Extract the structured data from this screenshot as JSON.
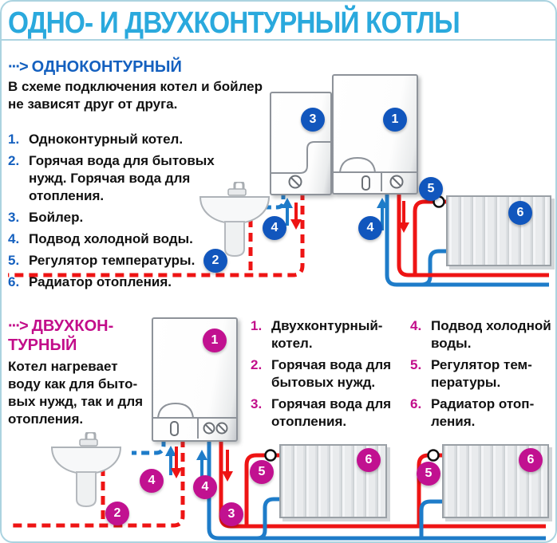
{
  "page": {
    "title": "ОДНО- И ДВУХКОНТУРНЫЙ КОТЛЫ"
  },
  "colors": {
    "title_cyan": "#2aa9dd",
    "accent_blue": "#1460bf",
    "accent_magenta": "#c20d8a",
    "badge_blue": "#1156bd",
    "badge_magenta": "#c11190",
    "pipe_red": "#ee1414",
    "pipe_blue": "#1e7cc9"
  },
  "section1": {
    "arrow_icon": "···>",
    "header": "ОДНОКОНТУРНЫЙ",
    "intro": "В схеме подключения котел и бойлер\nне зависят друг от друга.",
    "items": [
      {
        "num": "1.",
        "text": "Одноконтурный котел."
      },
      {
        "num": "2.",
        "text": "Горячая вода для бытовых\nнужд. Горячая вода для\nотопления."
      },
      {
        "num": "3.",
        "text": "Бойлер."
      },
      {
        "num": "4.",
        "text": "Подвод холодной воды."
      },
      {
        "num": "5.",
        "text": "Регулятор температуры."
      },
      {
        "num": "6.",
        "text": "Радиатор отопления."
      }
    ]
  },
  "diagram1": {
    "badges": {
      "b1": "1",
      "b2": "2",
      "b3": "3",
      "b4a": "4",
      "b4b": "4",
      "b5": "5",
      "b6": "6"
    }
  },
  "section2": {
    "arrow_icon": "···>",
    "header": "ДВУХКОН-\nТУРНЫЙ",
    "intro": "Котел нагревает\nводу как для быто-\nвых нужд, так и для\nотопления.",
    "col1": [
      {
        "num": "1.",
        "text": "Двухконтурный-\nкотел."
      },
      {
        "num": "2.",
        "text": "Горячая вода для\nбытовых нужд."
      },
      {
        "num": "3.",
        "text": "Горячая вода для\nотопления."
      }
    ],
    "col2": [
      {
        "num": "4.",
        "text": "Подвод холодной\nводы."
      },
      {
        "num": "5.",
        "text": "Регулятор тем-\nпературы."
      },
      {
        "num": "6.",
        "text": "Радиатор отоп-\nления."
      }
    ]
  },
  "diagram2": {
    "badges": {
      "b1": "1",
      "b2": "2",
      "b3": "3",
      "b4a": "4",
      "b4b": "4",
      "b5a": "5",
      "b5b": "5",
      "b6a": "6",
      "b6b": "6"
    }
  }
}
